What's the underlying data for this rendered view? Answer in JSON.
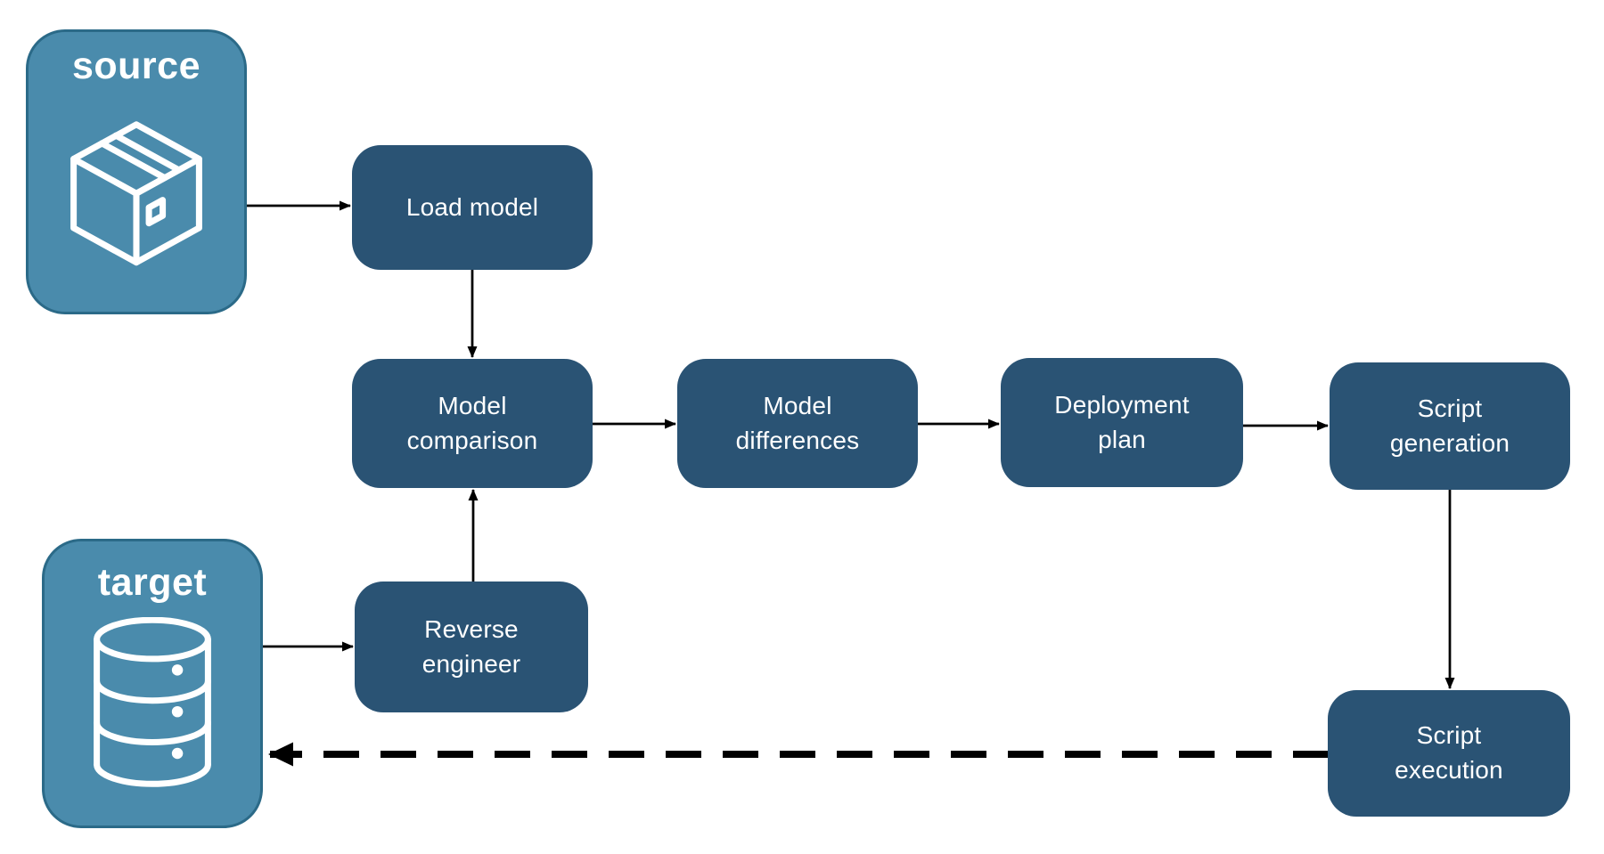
{
  "colors": {
    "node_fill": "#2A5374",
    "node_text": "#FFFFFF",
    "endpoint_fill": "#4A8BAC",
    "endpoint_border": "#2B6A88",
    "endpoint_text": "#FFFFFF",
    "arrow": "#000000",
    "background": "#FFFFFF"
  },
  "endpoints": {
    "source": {
      "label": "source",
      "icon": "package-icon"
    },
    "target": {
      "label": "target",
      "icon": "database-icon"
    }
  },
  "nodes": {
    "load_model": {
      "label": "Load model"
    },
    "model_comparison": {
      "label": "Model\ncomparison"
    },
    "model_differences": {
      "label": "Model\ndifferences"
    },
    "deployment_plan": {
      "label": "Deployment\nplan"
    },
    "script_generation": {
      "label": "Script\ngeneration"
    },
    "reverse_engineer": {
      "label": "Reverse\nengineer"
    },
    "script_execution": {
      "label": "Script\nexecution"
    }
  },
  "edges": [
    {
      "from": "source",
      "to": "load_model",
      "style": "solid"
    },
    {
      "from": "load_model",
      "to": "model_comparison",
      "style": "solid"
    },
    {
      "from": "model_comparison",
      "to": "model_differences",
      "style": "solid"
    },
    {
      "from": "model_differences",
      "to": "deployment_plan",
      "style": "solid"
    },
    {
      "from": "deployment_plan",
      "to": "script_generation",
      "style": "solid"
    },
    {
      "from": "script_generation",
      "to": "script_execution",
      "style": "solid"
    },
    {
      "from": "target",
      "to": "reverse_engineer",
      "style": "solid"
    },
    {
      "from": "reverse_engineer",
      "to": "model_comparison",
      "style": "solid"
    },
    {
      "from": "script_execution",
      "to": "target",
      "style": "dashed"
    }
  ]
}
